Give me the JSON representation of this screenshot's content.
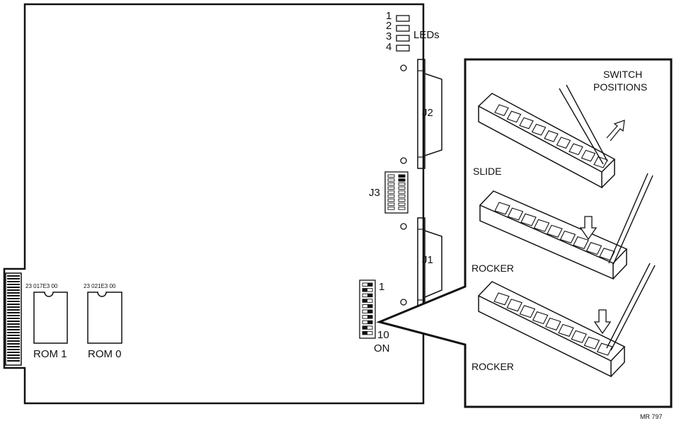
{
  "board": {
    "led_numbers": [
      "1",
      "2",
      "3",
      "4"
    ],
    "leds_label": "LEDs",
    "j2_label": "J2",
    "j3_label": "J3",
    "j1_label": "J1",
    "dip_label_top": "1",
    "dip_label_bottom": "10",
    "dip_on_label": "ON",
    "rom1_part": "23 017E3 00",
    "rom0_part": "23 021E3 00",
    "rom1_label": "ROM 1",
    "rom0_label": "ROM 0"
  },
  "detail": {
    "title_line1": "SWITCH",
    "title_line2": "POSITIONS",
    "slide_label": "SLIDE",
    "rocker1_label": "ROCKER",
    "rocker2_label": "ROCKER"
  },
  "figure_id": "MR 797"
}
